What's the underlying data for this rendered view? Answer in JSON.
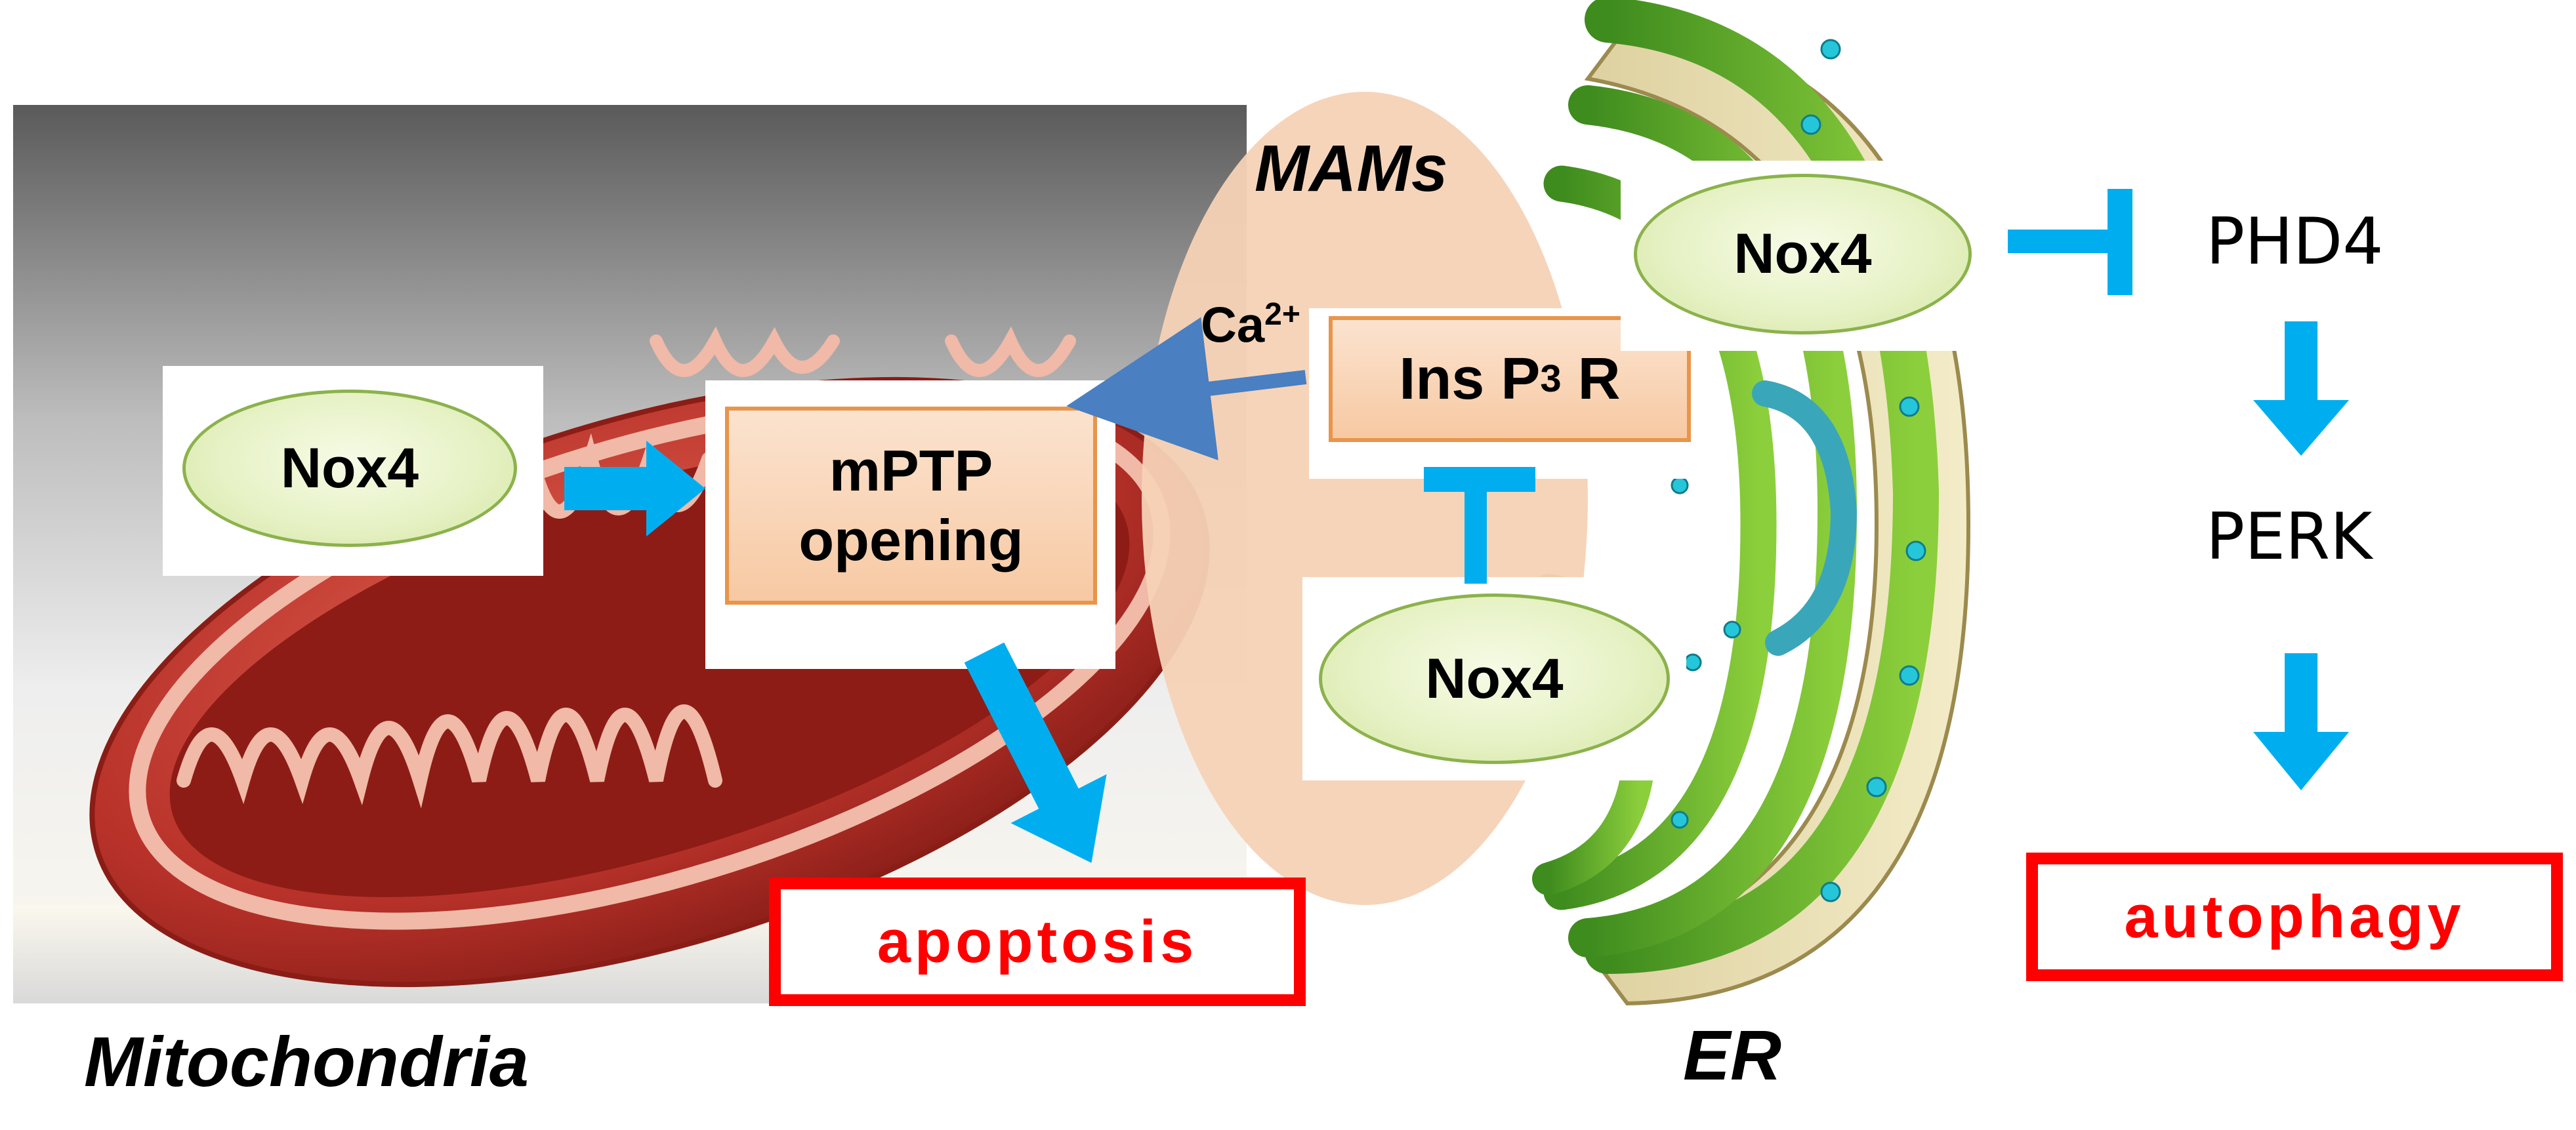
{
  "labels": {
    "mams": "MAMs",
    "mitochondria": "Mitochondria",
    "er": "ER",
    "ca_base": "Ca",
    "ca_sup": "2+"
  },
  "nodes": {
    "nox4_left": "Nox4",
    "mptp_line1": "mPTP",
    "mptp_line2": "opening",
    "insp3r_pre": "Ins P",
    "insp3r_sub": "3",
    "insp3r_post": " R",
    "nox4_center": "Nox4",
    "nox4_er": "Nox4",
    "phd4": "PHD4",
    "perk": "PERK"
  },
  "outcomes": {
    "apoptosis": "apoptosis",
    "autophagy": "autophagy"
  },
  "colors": {
    "arrow": "#00aeef",
    "ca_arrow": "#4a7fc1",
    "outcome_border": "#ff0000",
    "mams_fill": "#f6d2b6",
    "mito_outer": "#c0392b",
    "er_green": "#5aa02c"
  }
}
